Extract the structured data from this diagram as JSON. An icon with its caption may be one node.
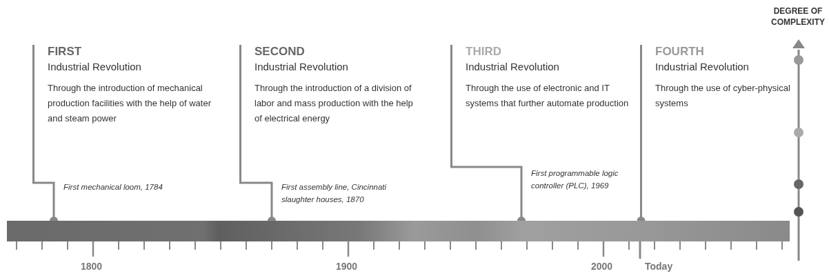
{
  "diagram": {
    "nodes": [
      {
        "text": [
          "FIRST",
          "Industrial Revolution",
          "Through the introduction of mechanical production facilities with the help of water and steam power"
        ]
      },
      {
        "text": [
          "SECOND",
          "Industrial Revolution",
          "Through the introduction of a division of labor and mass production with the help of electrical energy"
        ]
      },
      {
        "text": [
          "THIRD",
          "Industrial Revolution",
          "Through the use of electronic and IT systems that further automate production"
        ]
      },
      {
        "text": [
          "FOURTH",
          "Industrial Revolution",
          "Through the use of cyber-physical systems"
        ]
      },
      {
        "text": [],
        "shape": "bar"
      }
    ],
    "edges": [
      {
        "from": 0,
        "to": 4,
        "arrow": "other"
      },
      {
        "from": 1,
        "to": 4,
        "arrow": "other"
      },
      {
        "from": 2,
        "to": 4,
        "arrow": "other"
      },
      {
        "from": 3,
        "to": 4,
        "arrow": "other"
      }
    ],
    "labels": [
      "DEGREE OF COMPLEXITY",
      "First programmable logic controller (PLC), 1969",
      "First mechanical loom, 1784",
      "First assembly line, Cincinnati slaughter houses, 1870",
      "1800",
      "1900",
      "2000",
      "Today"
    ]
  }
}
